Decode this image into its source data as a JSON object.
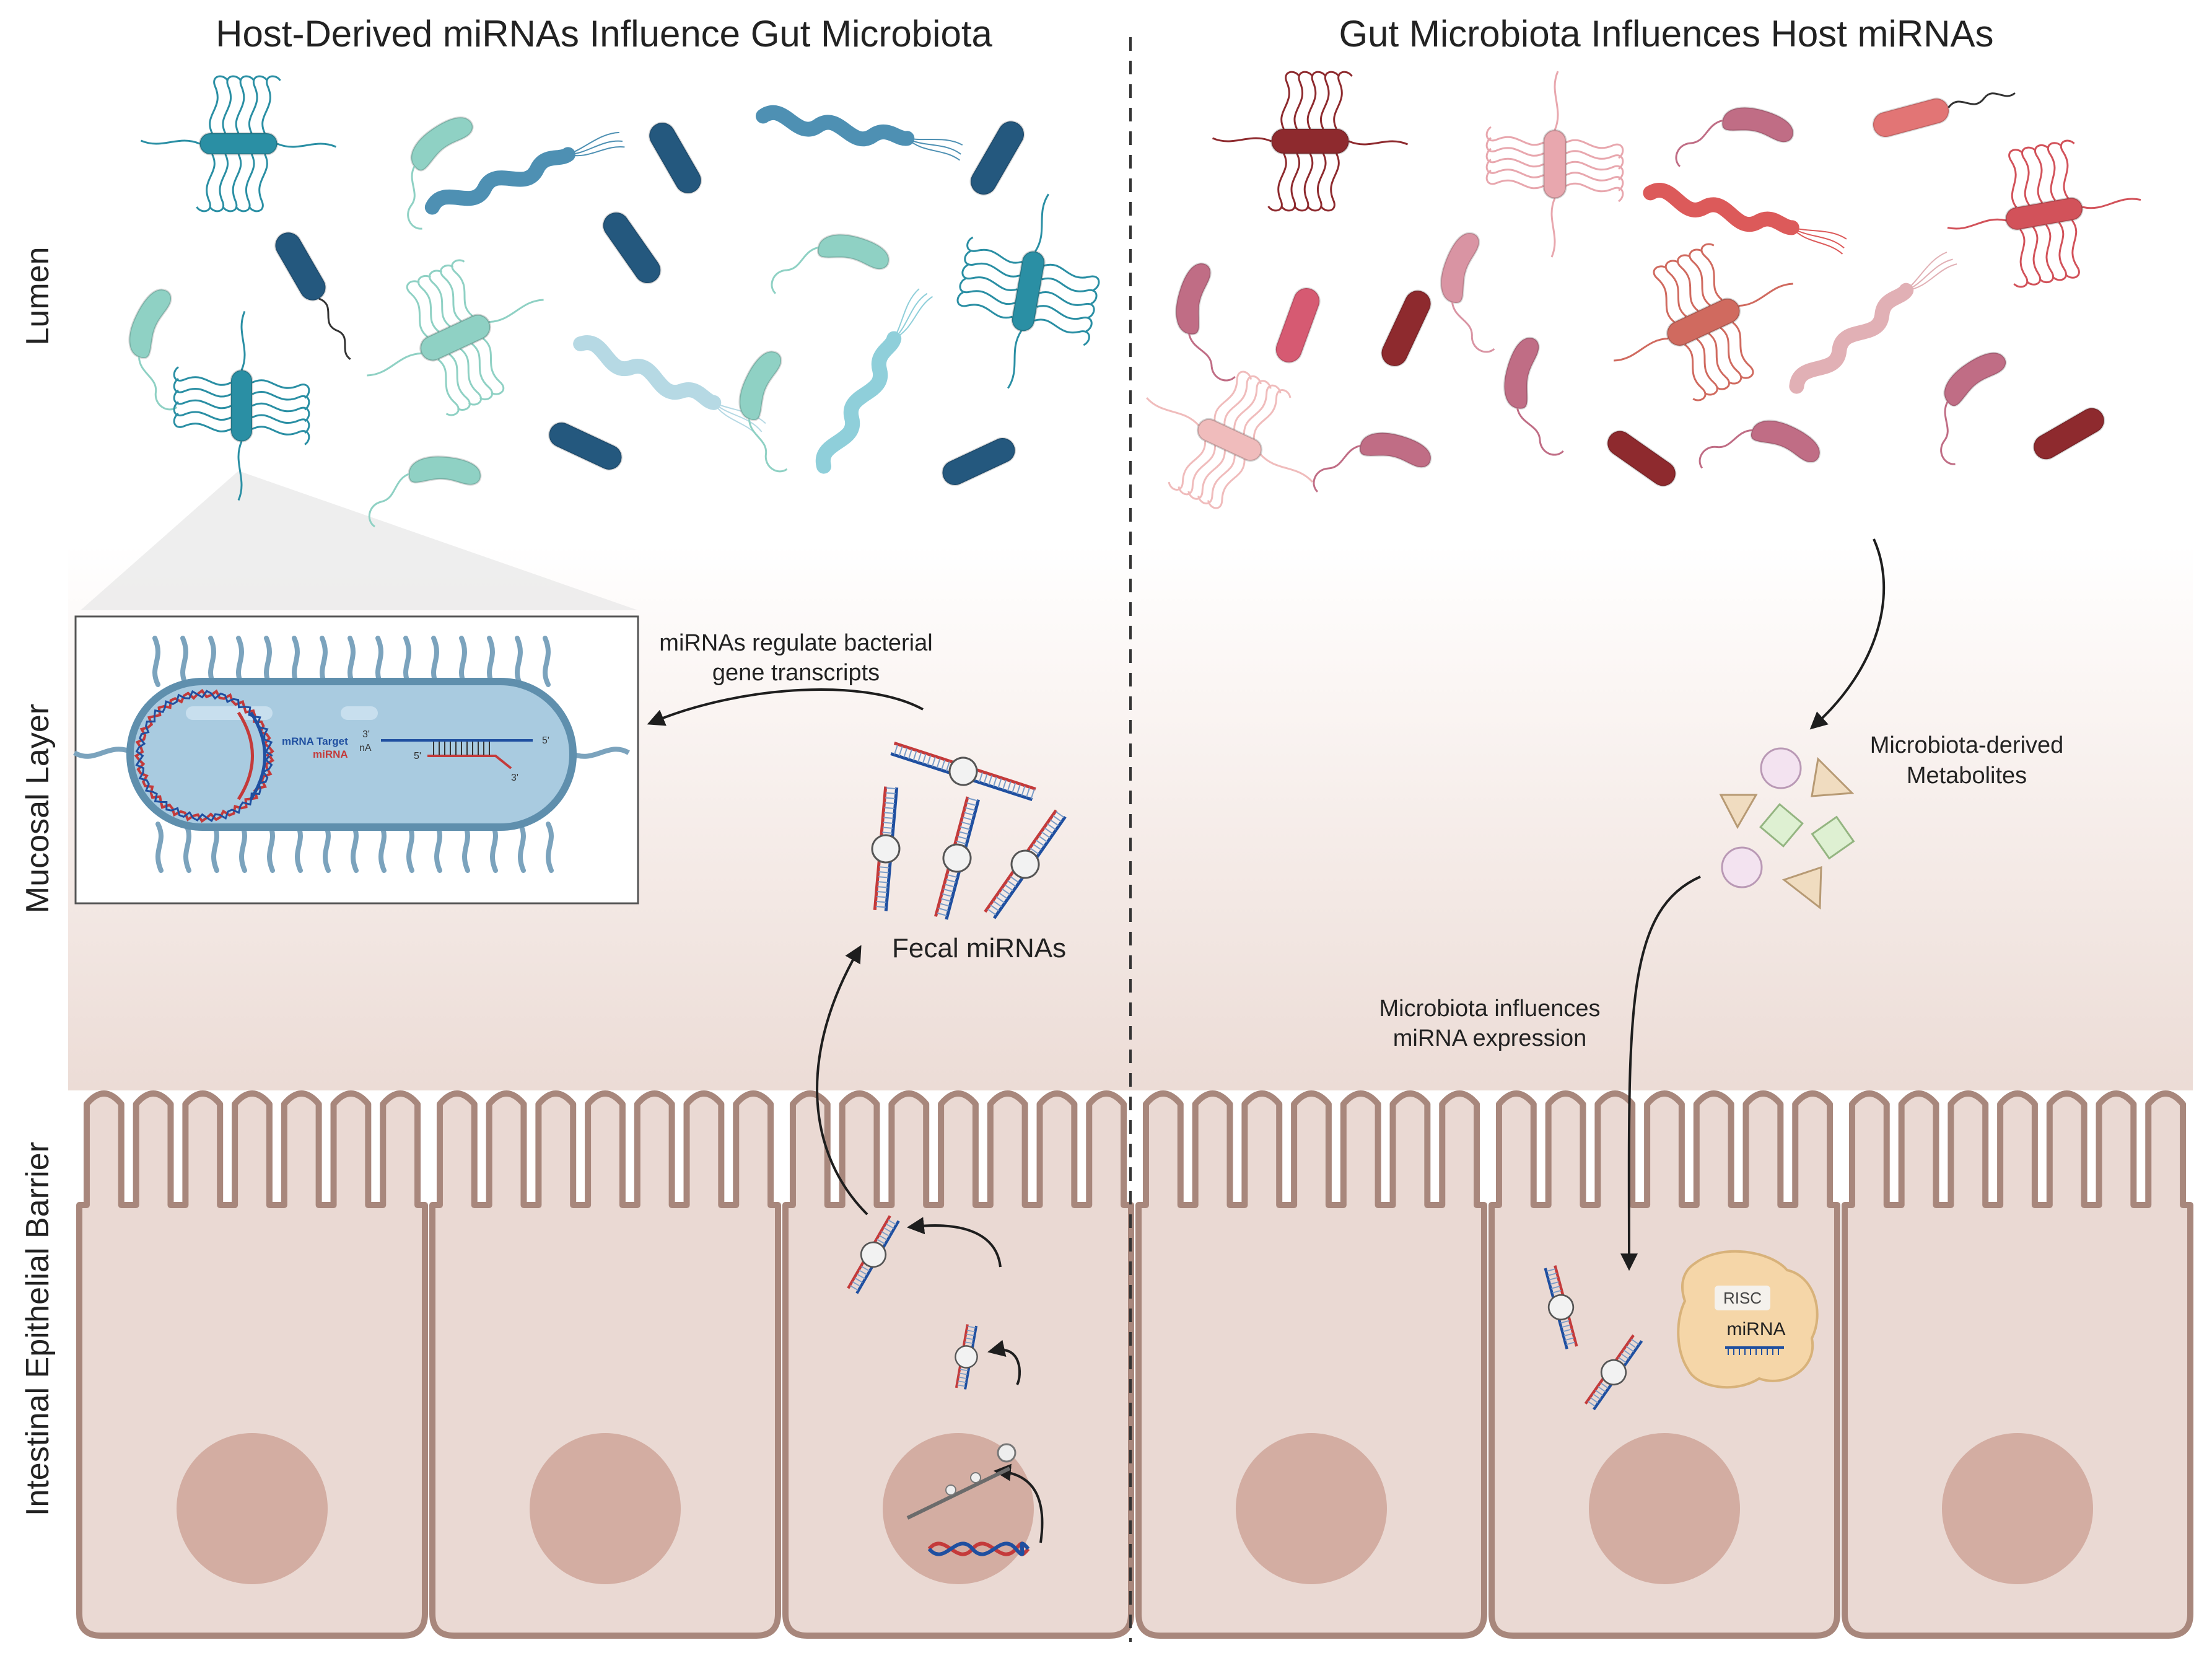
{
  "titles": {
    "left": "Host-Derived miRNAs Influence Gut Microbiota",
    "right": "Gut Microbiota Influences Host miRNAs"
  },
  "side_labels": {
    "lumen": "Lumen",
    "mucosal": "Mucosal Layer",
    "epithelial": "Intestinal Epithelial Barrier"
  },
  "inset": {
    "mrna_target": "mRNA Target",
    "mirna": "miRNA",
    "three_prime": "3'",
    "five_prime": "5'",
    "na": "nA"
  },
  "annotations": {
    "regulate_line1": "miRNAs regulate bacterial",
    "regulate_line2": "gene transcripts",
    "fecal": "Fecal miRNAs",
    "metabolites_line1": "Microbiota-derived",
    "metabolites_line2": "Metabolites",
    "influences_line1": "Microbiota influences",
    "influences_line2": "miRNA expression"
  },
  "risc": {
    "label": "RISC",
    "mirna": "miRNA"
  },
  "colors": {
    "teal": "#2a8fa4",
    "dark_blue": "#24587e",
    "light_teal": "#8fd1c4",
    "red_dark": "#8e2a2e",
    "red": "#d2525a",
    "pink": "#e8a7ae",
    "cell_fill": "#ead9d3",
    "cell_outline": "#a8877c",
    "nucleus": "#d3ada2"
  }
}
